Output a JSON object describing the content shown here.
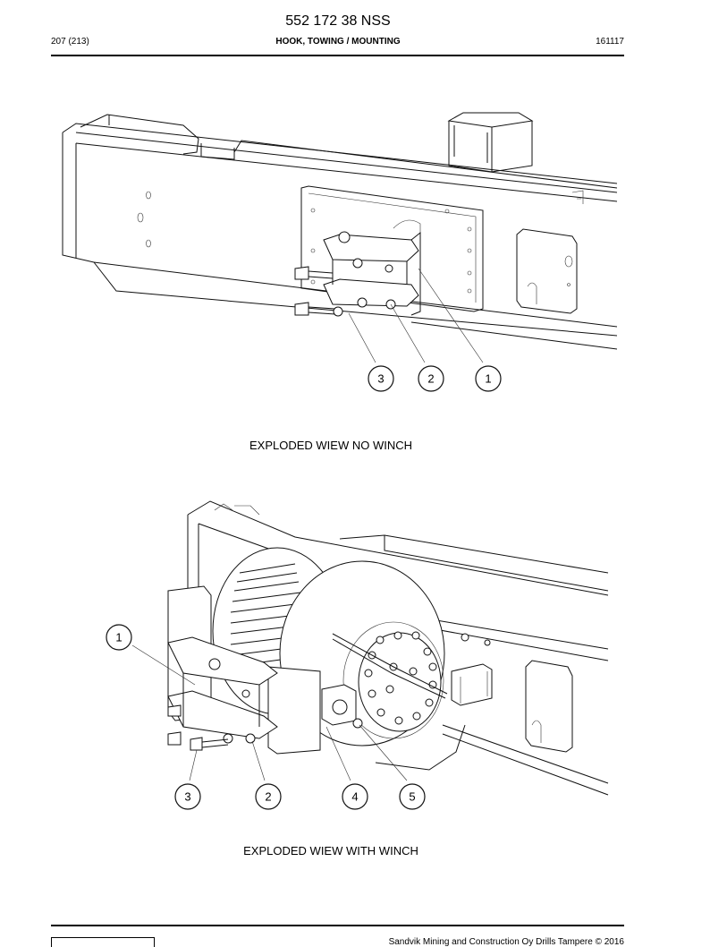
{
  "header": {
    "document_number": "552 172 38 NSS",
    "page": "207 (213)",
    "section_title": "HOOK, TOWING / MOUNTING",
    "code": "161117"
  },
  "figures": [
    {
      "caption": "EXPLODED WIEW NO WINCH",
      "callouts": [
        "3",
        "2",
        "1"
      ]
    },
    {
      "caption": "EXPLODED WIEW WITH WINCH",
      "callouts": [
        "1",
        "3",
        "2",
        "4",
        "5"
      ]
    }
  ],
  "footer": {
    "copyright": "Sandvik Mining and Construction Oy Drills Tampere © 2016"
  }
}
